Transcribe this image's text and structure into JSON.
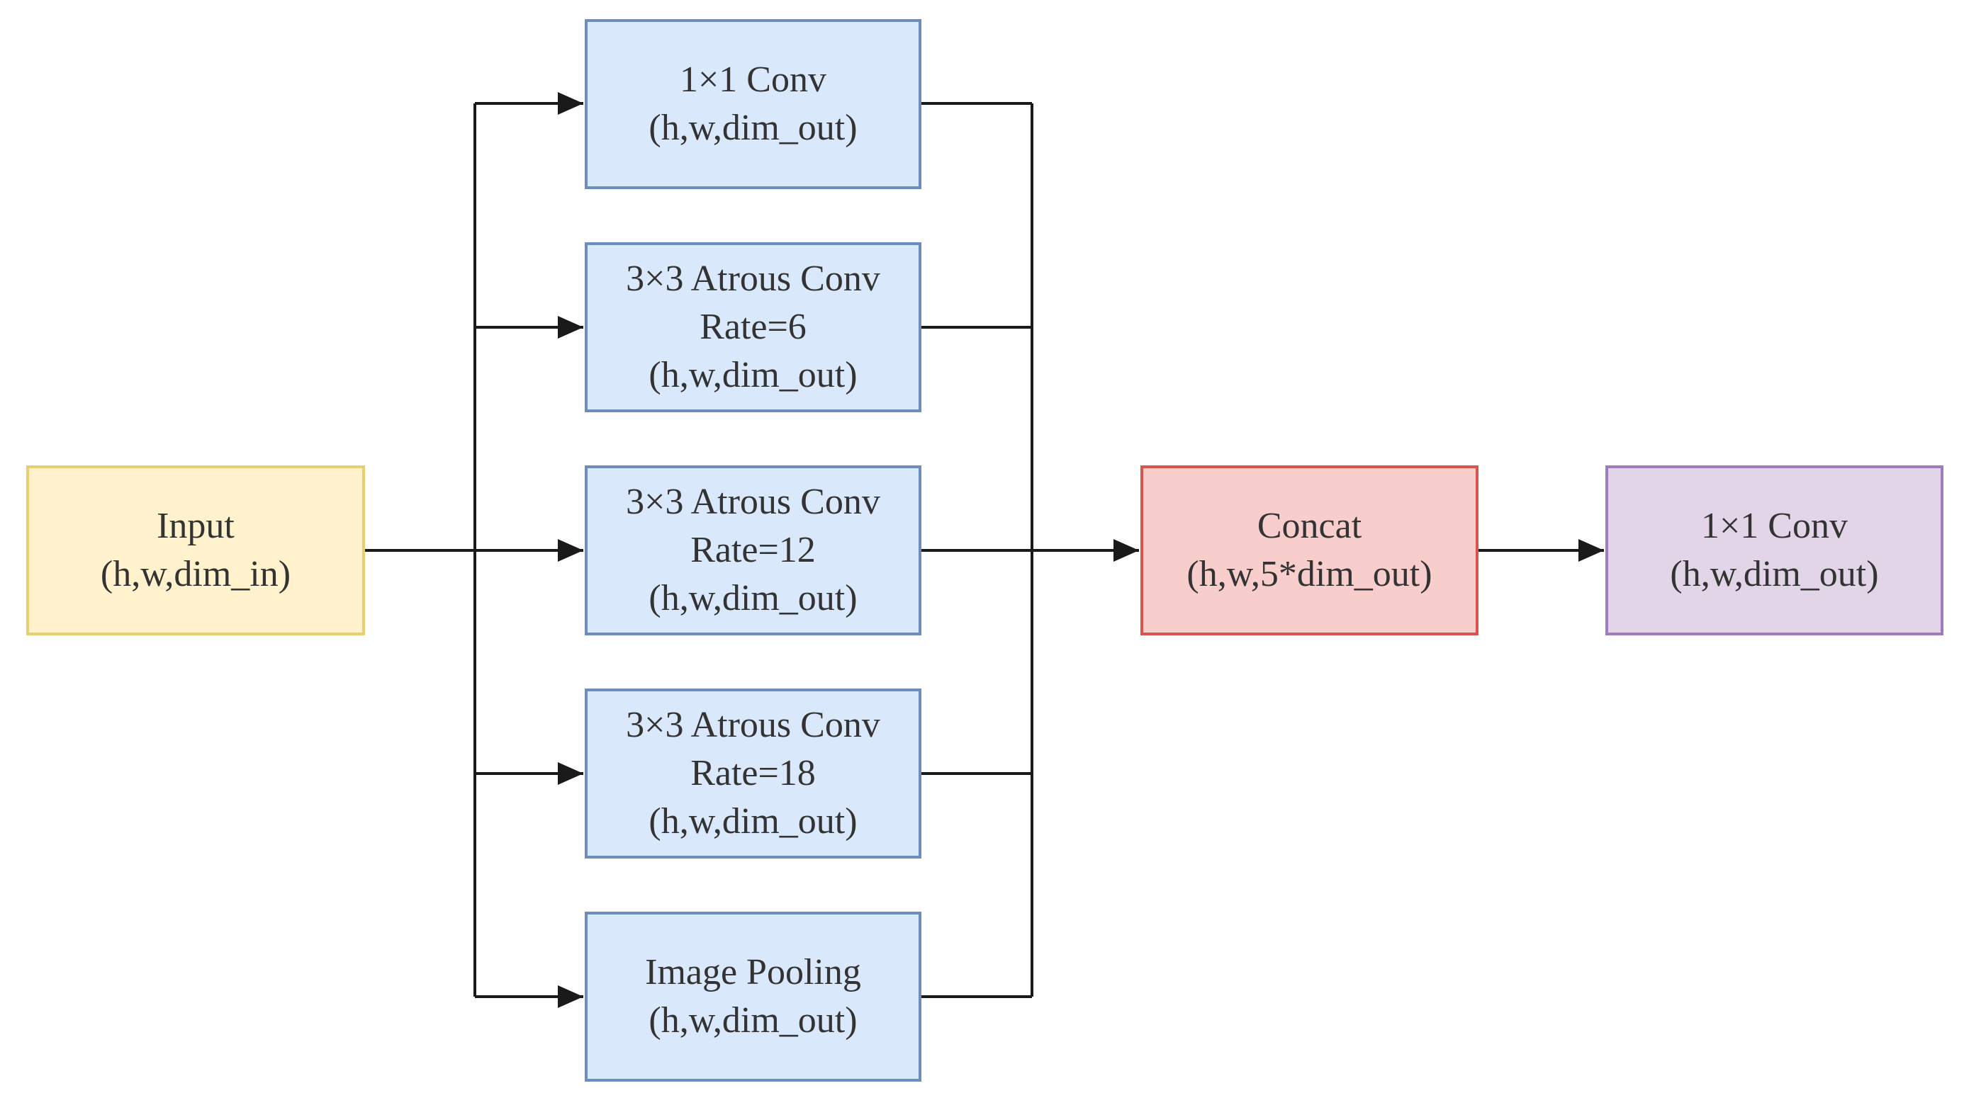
{
  "colors": {
    "input_fill": "#fff2cc",
    "input_border": "#e8cf70",
    "branch_fill": "#dae8fc",
    "branch_border": "#6c8ebf",
    "concat_fill": "#f8cecc",
    "concat_border": "#d9534f",
    "output_fill": "#e1d5e7",
    "output_border": "#a07cbf",
    "connector": "#1a1a1a"
  },
  "nodes": {
    "input": {
      "line1": "Input",
      "line2": "(h,w,dim_in)"
    },
    "branch_conv1x1": {
      "line1": "1×1 Conv",
      "line2": "(h,w,dim_out)"
    },
    "branch_atrous6": {
      "line1": "3×3 Atrous Conv",
      "line2": "Rate=6",
      "line3": "(h,w,dim_out)"
    },
    "branch_atrous12": {
      "line1": "3×3 Atrous Conv",
      "line2": "Rate=12",
      "line3": "(h,w,dim_out)"
    },
    "branch_atrous18": {
      "line1": "3×3 Atrous Conv",
      "line2": "Rate=18",
      "line3": "(h,w,dim_out)"
    },
    "branch_pooling": {
      "line1": "Image Pooling",
      "line2": "(h,w,dim_out)"
    },
    "concat": {
      "line1": "Concat",
      "line2": "(h,w,5*dim_out)"
    },
    "output_conv": {
      "line1": "1×1 Conv",
      "line2": "(h,w,dim_out)"
    }
  },
  "edges": [
    {
      "from": "input",
      "to": "branch_conv1x1"
    },
    {
      "from": "input",
      "to": "branch_atrous6"
    },
    {
      "from": "input",
      "to": "branch_atrous12"
    },
    {
      "from": "input",
      "to": "branch_atrous18"
    },
    {
      "from": "input",
      "to": "branch_pooling"
    },
    {
      "from": "branch_conv1x1",
      "to": "concat"
    },
    {
      "from": "branch_atrous6",
      "to": "concat"
    },
    {
      "from": "branch_atrous12",
      "to": "concat"
    },
    {
      "from": "branch_atrous18",
      "to": "concat"
    },
    {
      "from": "branch_pooling",
      "to": "concat"
    },
    {
      "from": "concat",
      "to": "output_conv"
    }
  ]
}
